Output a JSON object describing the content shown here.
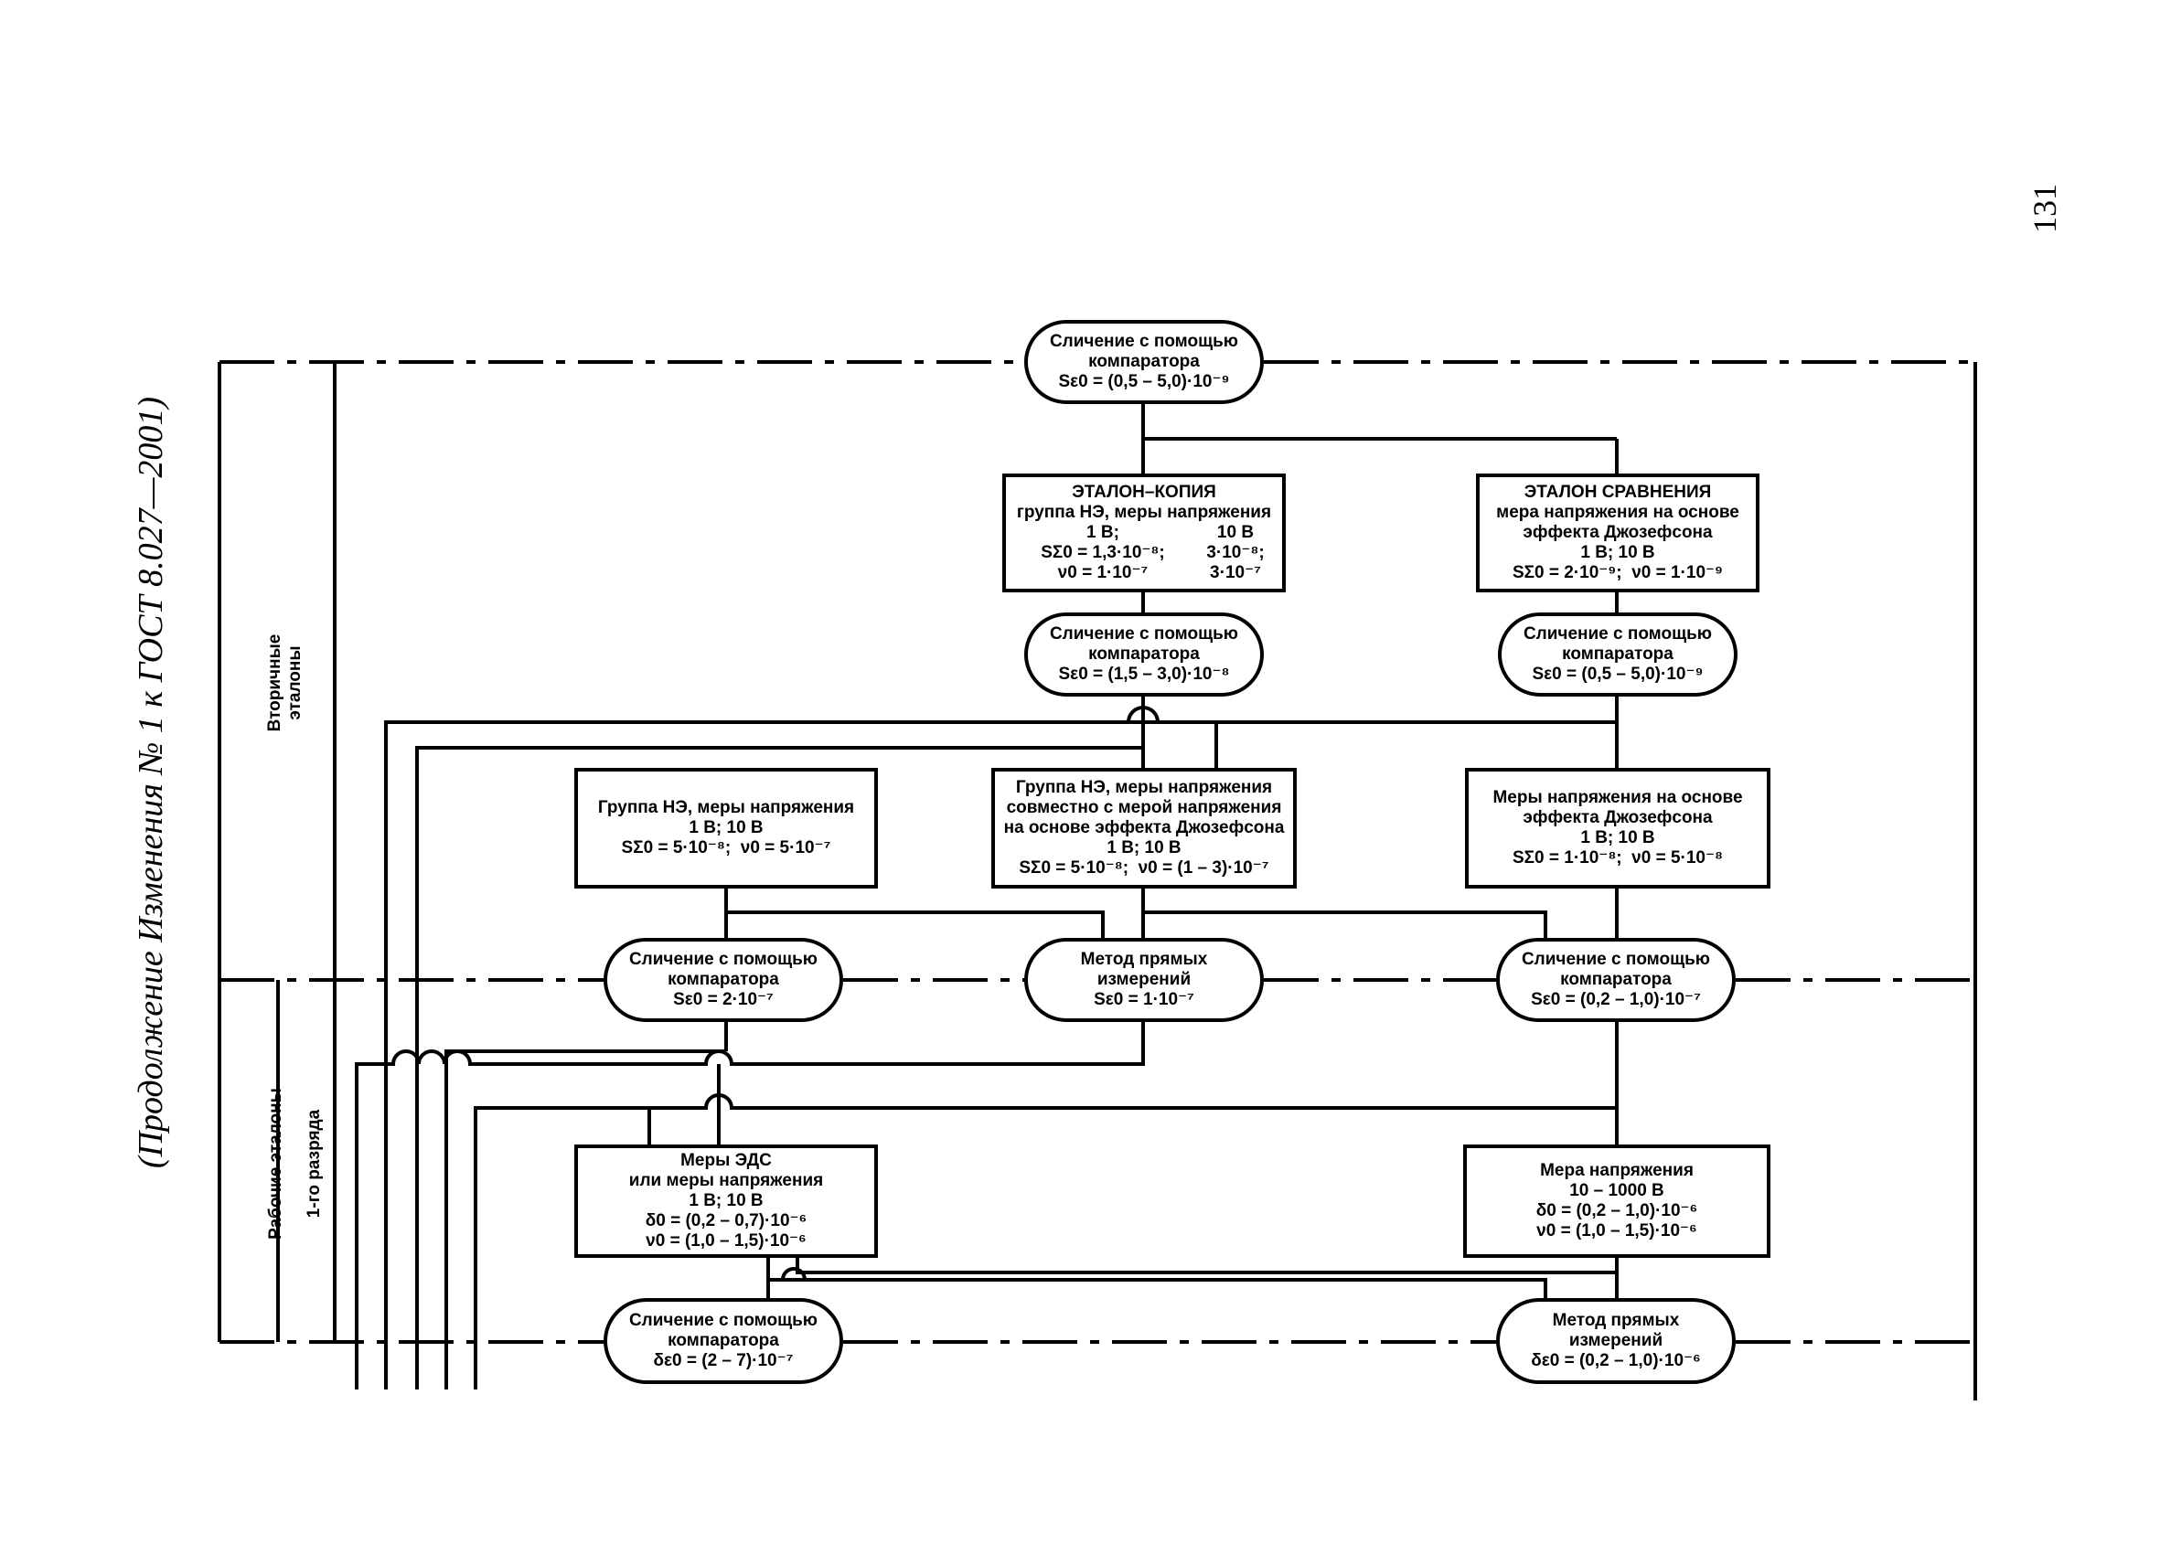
{
  "page": {
    "header": "(Продолжение Изменения № 1 к ГОСТ 8.027—2001)",
    "number": "131"
  },
  "levels": {
    "secondary": "Вторичные\nэталоны",
    "working": "Рабочие эталоны",
    "first_rank": "1-го разряда"
  },
  "nodes": {
    "comp_top": [
      "Сличение с помощью",
      "компаратора",
      "Sε0 = (0,5 – 5,0)·10⁻⁹"
    ],
    "etalon_copy": {
      "title": "ЭТАЛОН–КОПИЯ",
      "line2": "группа НЭ, меры напряжения",
      "rows": [
        [
          "1 В;",
          "10 В"
        ],
        [
          "SΣ0 = 1,3·10⁻⁸;",
          "3·10⁻⁸;"
        ],
        [
          "ν0 = 1·10⁻⁷",
          "3·10⁻⁷"
        ]
      ]
    },
    "etalon_compare": [
      "ЭТАЛОН СРАВНЕНИЯ",
      "мера напряжения на основе",
      "эффекта Джозефсона",
      "1 В; 10 В",
      "SΣ0 = 2·10⁻⁹;  ν0 = 1·10⁻⁹"
    ],
    "comp_mid_left": [
      "Сличение с помощью",
      "компаратора",
      "Sε0 = (1,5 – 3,0)·10⁻⁸"
    ],
    "comp_mid_right": [
      "Сличение с помощью",
      "компаратора",
      "Sε0 = (0,5 – 5,0)·10⁻⁹"
    ],
    "group_ne": [
      "Группа НЭ, меры напряжения",
      "1 В; 10 В",
      "SΣ0 = 5·10⁻⁸;  ν0 = 5·10⁻⁷"
    ],
    "group_ne_joint": [
      "Группа НЭ, меры напряжения",
      "совместно с мерой напряжения",
      "на основе эффекта Джозефсона",
      "1 В; 10 В",
      "SΣ0 = 5·10⁻⁸;  ν0 = (1 – 3)·10⁻⁷"
    ],
    "josephson_measures": [
      "Меры напряжения на основе",
      "эффекта Джозефсона",
      "1 В; 10 В",
      "SΣ0 = 1·10⁻⁸;  ν0 = 5·10⁻⁸"
    ],
    "comp_low_left": [
      "Сличение с помощью",
      "компаратора",
      "Sε0 = 2·10⁻⁷"
    ],
    "direct_mid": [
      "Метод прямых",
      "измерений",
      "Sε0 = 1·10⁻⁷"
    ],
    "comp_low_right": [
      "Сличение с помощью",
      "компаратора",
      "Sε0 = (0,2 – 1,0)·10⁻⁷"
    ],
    "emf_measures": [
      "Меры ЭДС",
      "или меры напряжения",
      "1 В; 10 В",
      "δ0 = (0,2 – 0,7)·10⁻⁶",
      "ν0 = (1,0 – 1,5)·10⁻⁶"
    ],
    "voltage_measure": [
      "Мера напряжения",
      "10 – 1000 В",
      "δ0 = (0,2 – 1,0)·10⁻⁶",
      "ν0 = (1,0 – 1,5)·10⁻⁶"
    ],
    "comp_bottom": [
      "Сличение с помощью",
      "компаратора",
      "δε0 = (2 – 7)·10⁻⁷"
    ],
    "direct_bottom": [
      "Метод прямых",
      "измерений",
      "δε0 = (0,2 – 1,0)·10⁻⁶"
    ]
  }
}
